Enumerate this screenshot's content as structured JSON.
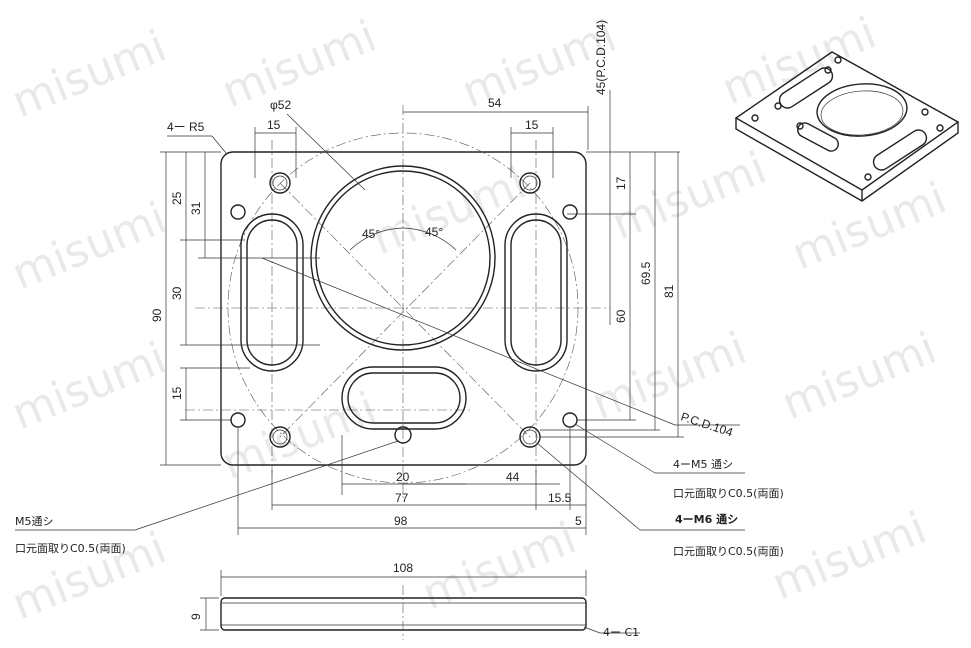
{
  "watermark": "misumi",
  "dims": {
    "r5": "4ー R5",
    "phi52": "φ52",
    "d54": "54",
    "d15_top_left": "15",
    "d15_top_right": "15",
    "pcd45": "45(P.C.D.104)",
    "d25": "25",
    "d31": "31",
    "d30": "30",
    "d90": "90",
    "d15_left": "15",
    "d17": "17",
    "d60": "60",
    "d69_5": "69.5",
    "d81": "81",
    "angle_left": "45°",
    "angle_right": "45°",
    "pcd104": "P.C.D.104",
    "d20": "20",
    "d44": "44",
    "d77": "77",
    "d15_5": "15.5",
    "d98": "98",
    "d5": "5",
    "d108": "108",
    "d9": "9"
  },
  "notes": {
    "m5_thru_right": "4ーM5 通シ",
    "chamfer_right_1": "口元面取りC0.5(両面)",
    "m6_thru": "4ーM6 通シ",
    "chamfer_right_2": "口元面取りC0.5(両面)",
    "m5_thru_left": "M5通シ",
    "chamfer_left": "口元面取りC0.5(両面)",
    "c1": "4ー C1"
  }
}
